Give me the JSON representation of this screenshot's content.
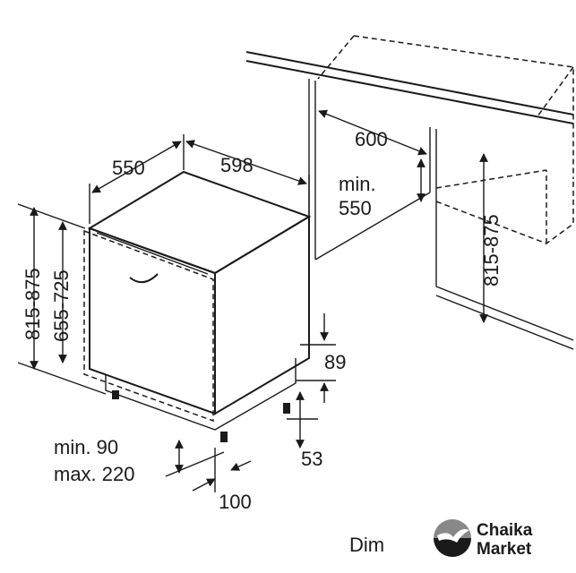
{
  "dimensions": {
    "depth": "550",
    "width": "598",
    "niche_width": "600",
    "niche_depth_line1": "min.",
    "niche_depth_line2": "550",
    "niche_height": "815-875",
    "total_height": "815-875",
    "body_height": "655-725",
    "foot_offset": "89",
    "foot_height": "53",
    "plinth_line1": "min. 90",
    "plinth_line2": "max. 220",
    "plinth_depth": "100"
  },
  "caption": "Dim",
  "logo": {
    "line1": "Chaika",
    "line2": "Market"
  }
}
